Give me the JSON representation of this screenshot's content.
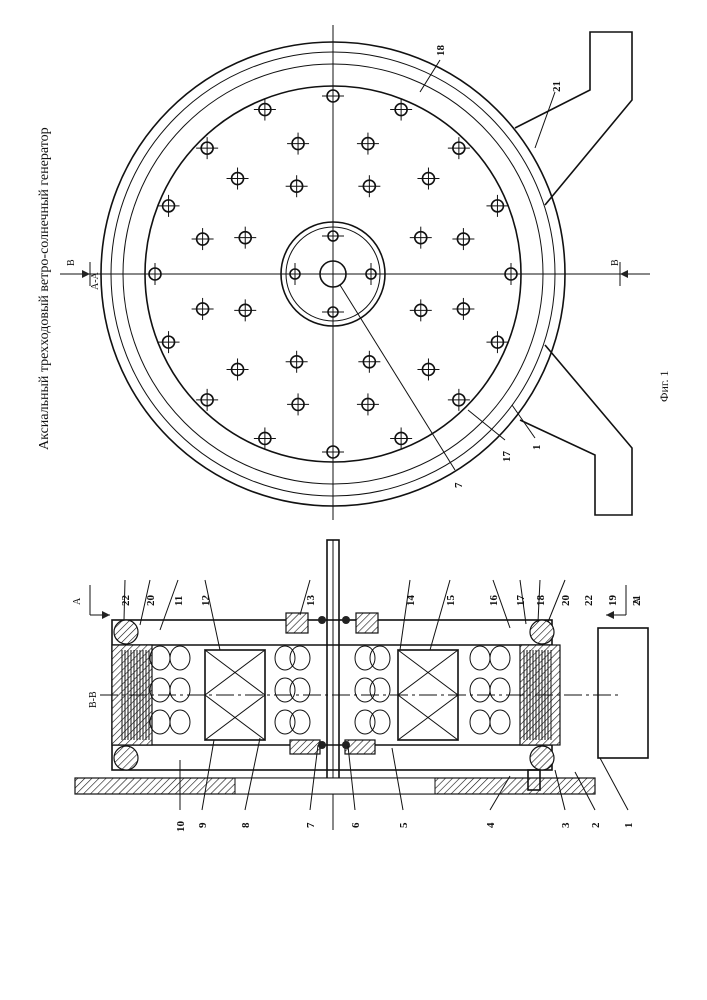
{
  "title": "Аксиальный трехходовый ветро-солнечный генератор",
  "figure_caption": "Фиг. 1",
  "section_labels": {
    "aa": "А-А",
    "bb": "В-В",
    "a": "А",
    "b": "В"
  },
  "callouts_side": {
    "c1": "1",
    "c2": "2",
    "c3": "3",
    "c4": "4",
    "c5": "5",
    "c6": "6",
    "c7": "7",
    "c8": "8",
    "c9": "9",
    "c10": "10",
    "c11": "11",
    "c12": "12",
    "c13": "13",
    "c14": "14",
    "c15": "15",
    "c16": "16",
    "c17": "17",
    "c18": "18",
    "c19": "19",
    "c20a": "20",
    "c20b": "20",
    "c21": "21",
    "c22a": "22",
    "c22b": "22"
  },
  "callouts_front": {
    "c1": "1",
    "c7": "7",
    "c17": "17",
    "c18": "18",
    "c21": "21"
  }
}
